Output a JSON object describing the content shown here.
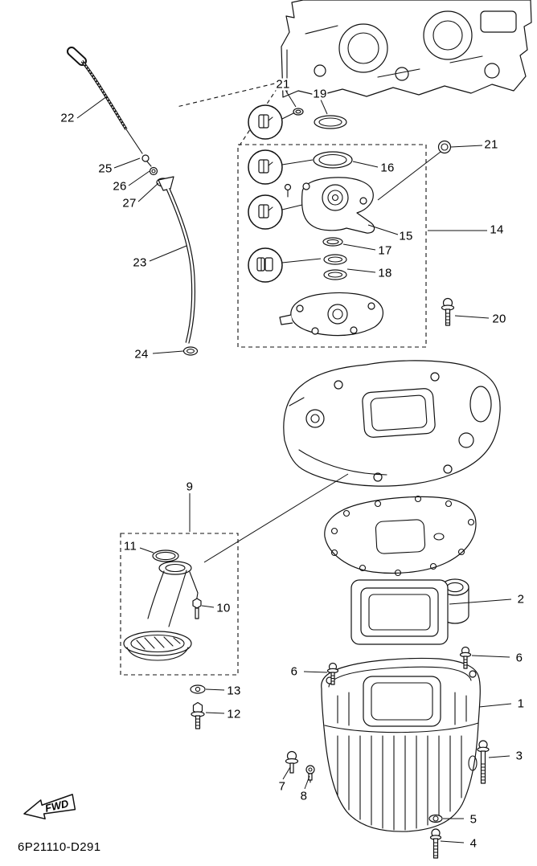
{
  "diagram": {
    "drawing_code": "6P21110-D291",
    "fwd_label": "FWD"
  },
  "callouts": [
    {
      "label": "22"
    },
    {
      "label": "25"
    },
    {
      "label": "26"
    },
    {
      "label": "27"
    },
    {
      "label": "23"
    },
    {
      "label": "24"
    },
    {
      "label": "21"
    },
    {
      "label": "19"
    },
    {
      "label": "16"
    },
    {
      "label": "21"
    },
    {
      "label": "15"
    },
    {
      "label": "14"
    },
    {
      "label": "17"
    },
    {
      "label": "18"
    },
    {
      "label": "20"
    },
    {
      "label": "9"
    },
    {
      "label": "11"
    },
    {
      "label": "10"
    },
    {
      "label": "13"
    },
    {
      "label": "12"
    },
    {
      "label": "2"
    },
    {
      "label": "6"
    },
    {
      "label": "6"
    },
    {
      "label": "1"
    },
    {
      "label": "3"
    },
    {
      "label": "7"
    },
    {
      "label": "8"
    },
    {
      "label": "5"
    },
    {
      "label": "4"
    }
  ]
}
